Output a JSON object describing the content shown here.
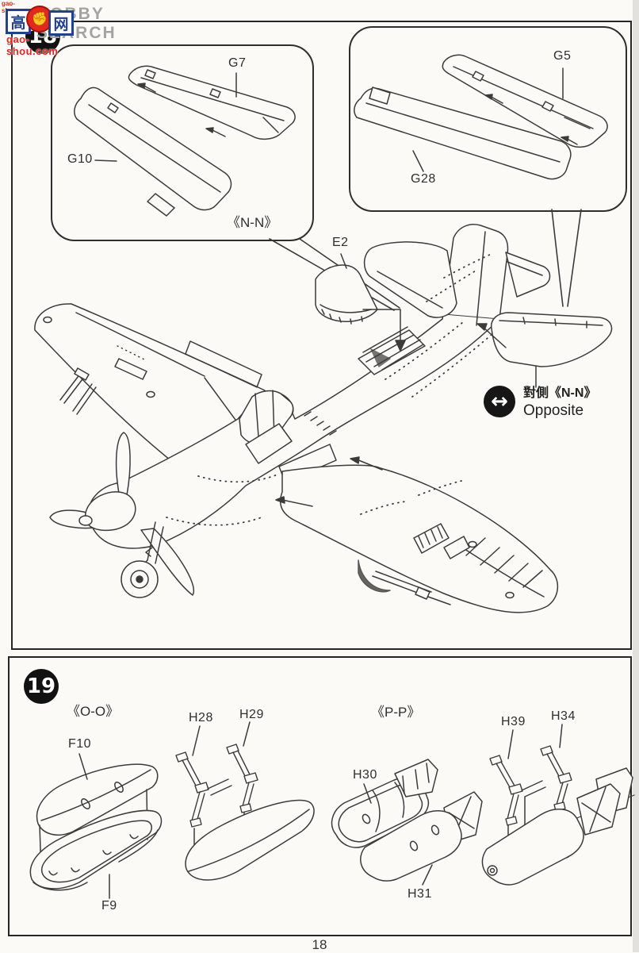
{
  "watermark": {
    "mini_text": "gao-shou.com",
    "char_left": "高",
    "char_right": "网",
    "gear_glyph": "✊",
    "site_text": "gao-shou.com",
    "brand_text": "HOBBY SEARCH",
    "brand_color": "#a3a3a2",
    "red": "#e8251c",
    "blue": "#24418e"
  },
  "page": {
    "number": "18"
  },
  "step18": {
    "number": "18",
    "inset_nn": {
      "label_g7": "G7",
      "label_g10": "G10",
      "caption": "《N-N》"
    },
    "inset_g5": {
      "label_g5": "G5",
      "label_g28": "G28"
    },
    "label_e2": "E2",
    "opposite": {
      "icon": "↔",
      "zh": "對側《N-N》",
      "en": "Opposite"
    }
  },
  "step19": {
    "number": "19",
    "caption_oo": "《O-O》",
    "caption_pp": "《P-P》",
    "label_f10": "F10",
    "label_f9": "F9",
    "label_h28": "H28",
    "label_h29": "H29",
    "label_h30": "H30",
    "label_h31": "H31",
    "label_h39": "H39",
    "label_h34": "H34"
  }
}
